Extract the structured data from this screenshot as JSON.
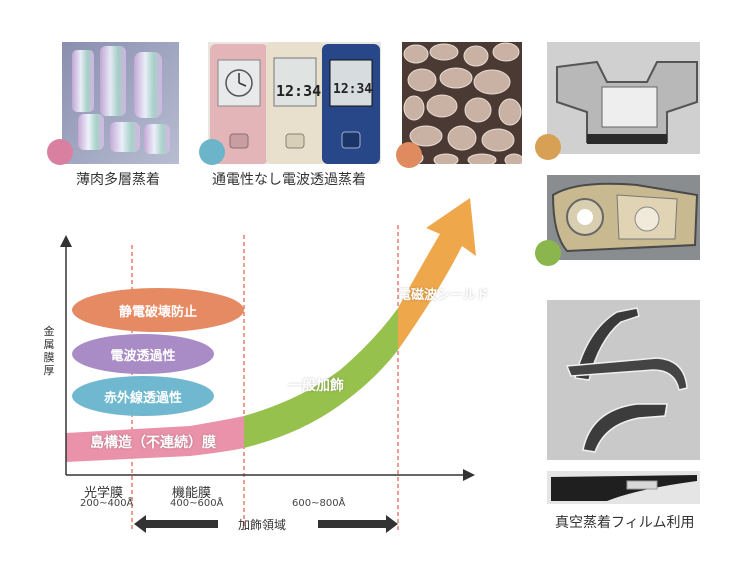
{
  "photos": {
    "bottles": {
      "caption": "薄肉多層蒸着",
      "dot_color": "#d97fa0"
    },
    "phones": {
      "caption": "通電性なし電波透過蒸着",
      "dot_color": "#6cb4c9",
      "phone_time_1": "12:34",
      "phone_time_2": "12:34"
    },
    "microscope": {
      "dot_color": "#df8a5f"
    },
    "car_part": {
      "dot_color": "#d7a054"
    },
    "headlight": {
      "dot_color": "#8bb64e"
    },
    "trim_parts": {},
    "film_strip": {
      "caption": "真空蒸着フィルム利用"
    }
  },
  "chart": {
    "y_axis_label": "金属膜厚",
    "ellipses": [
      {
        "label": "静電破壊防止",
        "color": "#e58a63"
      },
      {
        "label": "電波透過性",
        "color": "#a98bc6"
      },
      {
        "label": "赤外線透過性",
        "color": "#6fb8cf"
      }
    ],
    "band_labels": {
      "pink": "島構造（不連続）膜",
      "green": "一般加飾",
      "orange": "電磁波シールド"
    },
    "x_labels": [
      {
        "label": "光学膜",
        "sub": "200~400Å"
      },
      {
        "label": "機能膜",
        "sub": "400~600Å"
      }
    ],
    "range_label": "600~800Å",
    "decor_arrow_label": "加飾領域",
    "colors": {
      "pink": "#e992a9",
      "green": "#97c14d",
      "orange": "#eea74a",
      "dash": "#e05a4a"
    }
  }
}
